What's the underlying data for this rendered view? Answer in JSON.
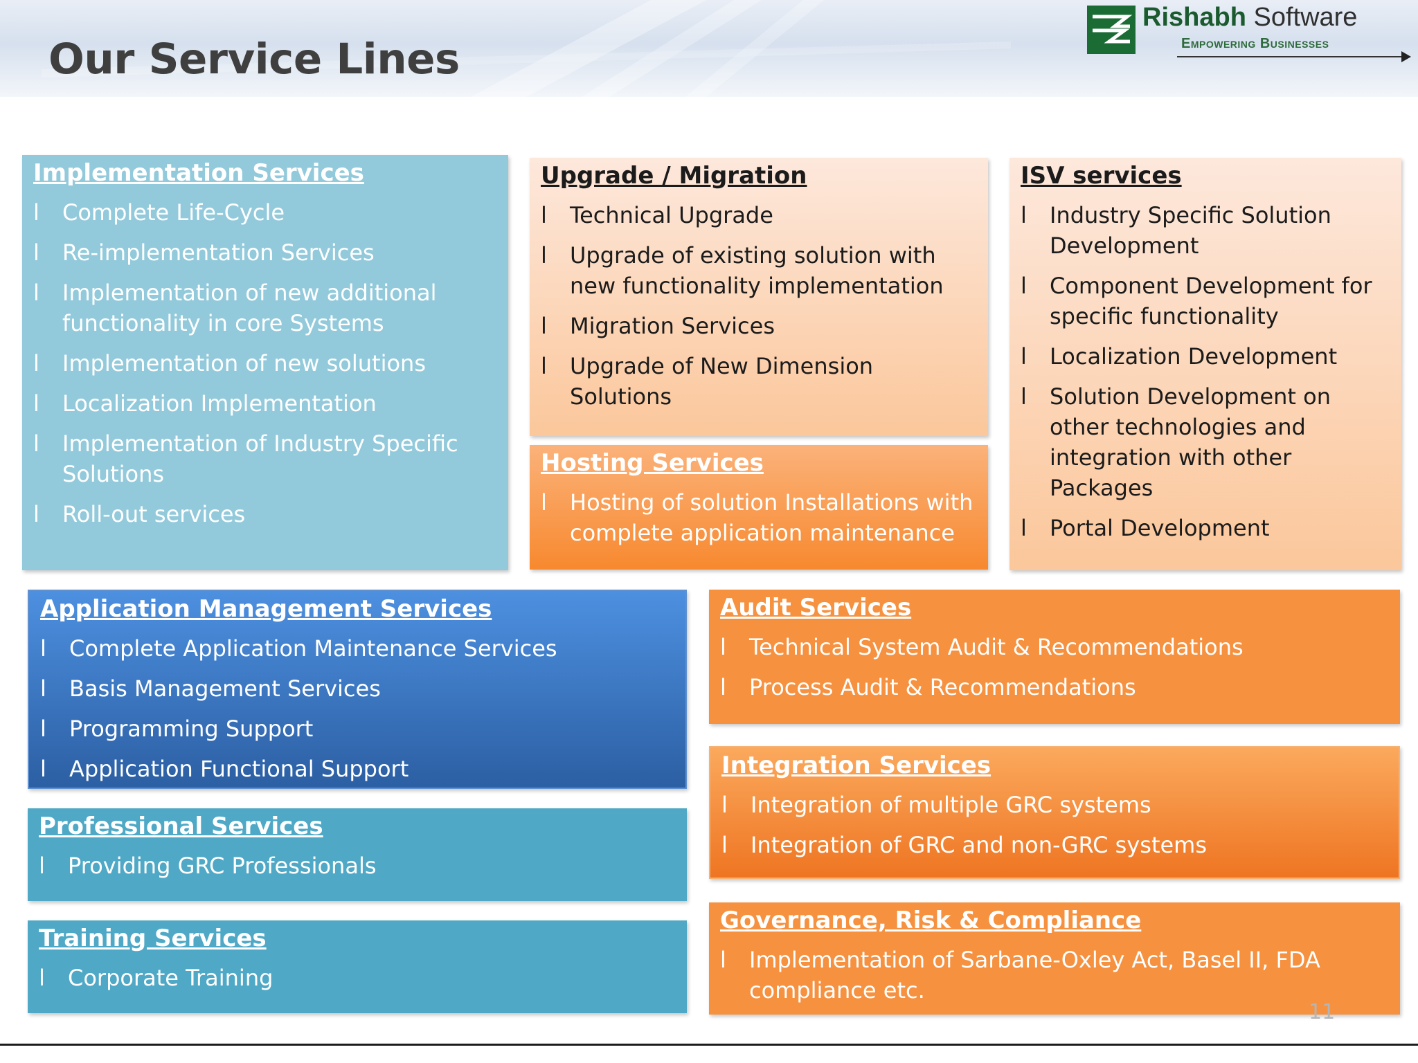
{
  "header": {
    "title": "Our Service Lines",
    "logo_name_bold": "Rishabh",
    "logo_name_rest": "Software",
    "logo_tagline": "Empowering Businesses"
  },
  "bullet_marker": "l",
  "sections": {
    "implementation": {
      "title": "Implementation Services",
      "items": [
        "Complete Life-Cycle",
        "Re-implementation Services",
        "Implementation of new additional functionality in core Systems",
        "Implementation of new  solutions",
        "Localization Implementation",
        "Implementation of Industry Specific Solutions",
        "Roll-out services"
      ]
    },
    "upgrade": {
      "title": "Upgrade / Migration",
      "items": [
        "Technical Upgrade",
        "Upgrade of existing solution with new functionality implementation",
        "Migration Services",
        "Upgrade of New Dimension Solutions"
      ]
    },
    "isv": {
      "title": "ISV services",
      "items": [
        "Industry Specific Solution Development",
        "Component Development for specific functionality",
        "Localization Development",
        "Solution Development on other technologies and integration with other Packages",
        "Portal Development"
      ]
    },
    "hosting": {
      "title": "Hosting Services",
      "items": [
        "Hosting of solution Installations with complete application maintenance"
      ]
    },
    "ams": {
      "title": "Application Management Services",
      "items": [
        "Complete Application Maintenance Services",
        "Basis Management Services",
        "Programming  Support",
        "Application Functional Support"
      ]
    },
    "professional": {
      "title": "Professional Services",
      "items": [
        "Providing GRC Professionals"
      ]
    },
    "training": {
      "title": "Training Services",
      "items": [
        "Corporate Training"
      ]
    },
    "audit": {
      "title": "Audit Services",
      "items": [
        "Technical System Audit & Recommendations",
        "Process Audit & Recommendations"
      ]
    },
    "integration": {
      "title": "Integration Services",
      "items": [
        "Integration of multiple GRC systems",
        "Integration of GRC and non-GRC systems"
      ]
    },
    "grc": {
      "title": "Governance, Risk & Compliance",
      "items": [
        "Implementation of Sarbane-Oxley Act, Basel II, FDA compliance etc."
      ]
    }
  },
  "page_number": "11",
  "colors": {
    "implementation_bg": "#93cadb",
    "peach_bg": "#fbc79b",
    "orange_bg": "#f5913f",
    "ams_bg": "#3b74c0",
    "teal_bg": "#4fa9c6",
    "logo_green": "#1a5a2e"
  }
}
